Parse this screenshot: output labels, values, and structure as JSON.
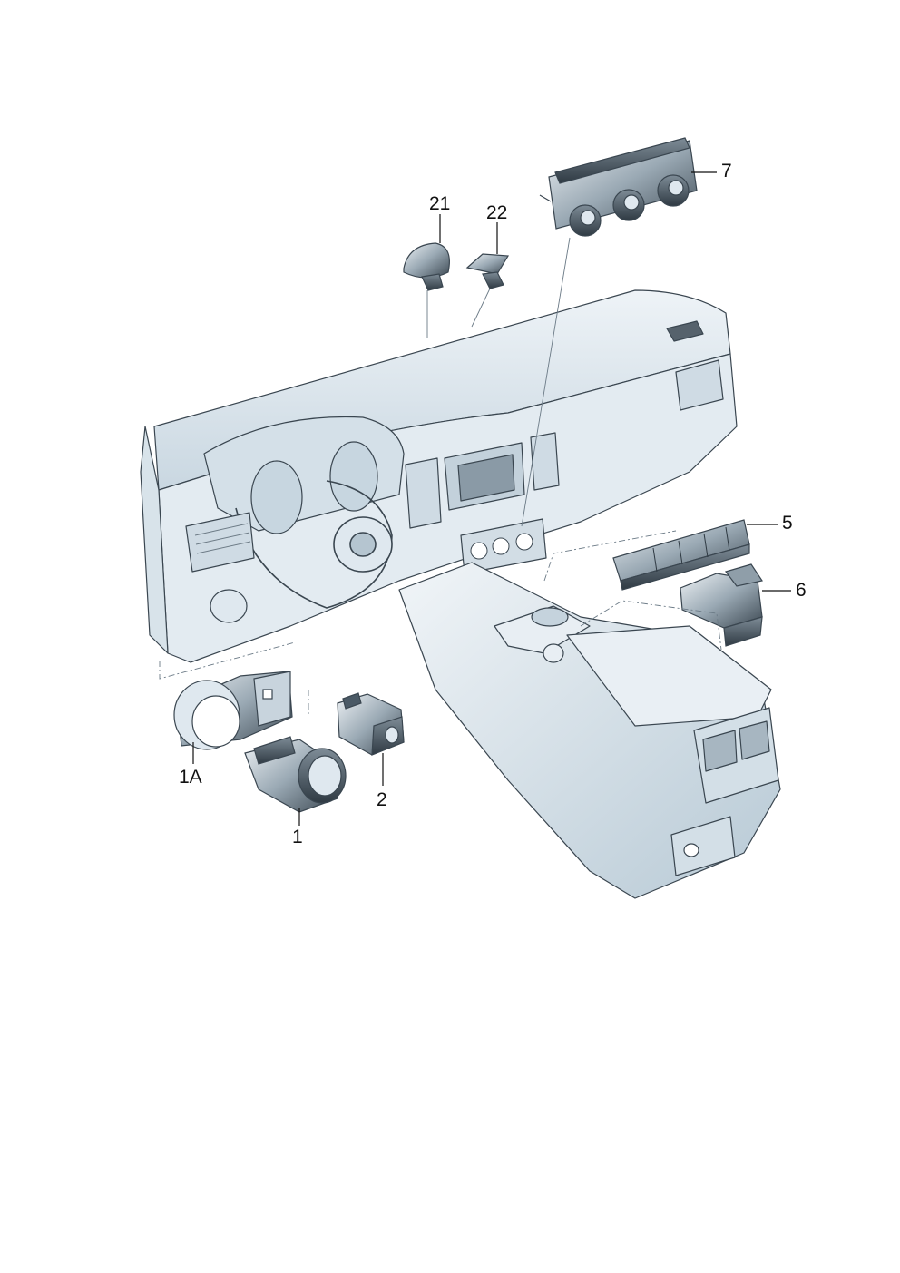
{
  "labels": {
    "part_21": "21",
    "part_22": "22",
    "part_7": "7",
    "part_5": "5",
    "part_6": "6",
    "part_1a": "1A",
    "part_2": "2",
    "part_1": "1"
  },
  "colors": {
    "body_fill": "#dfe8ef",
    "body_shadow": "#b9ccd8",
    "part_dark": "#4b5a66",
    "outline": "#3a4650",
    "leader": "#111111"
  }
}
